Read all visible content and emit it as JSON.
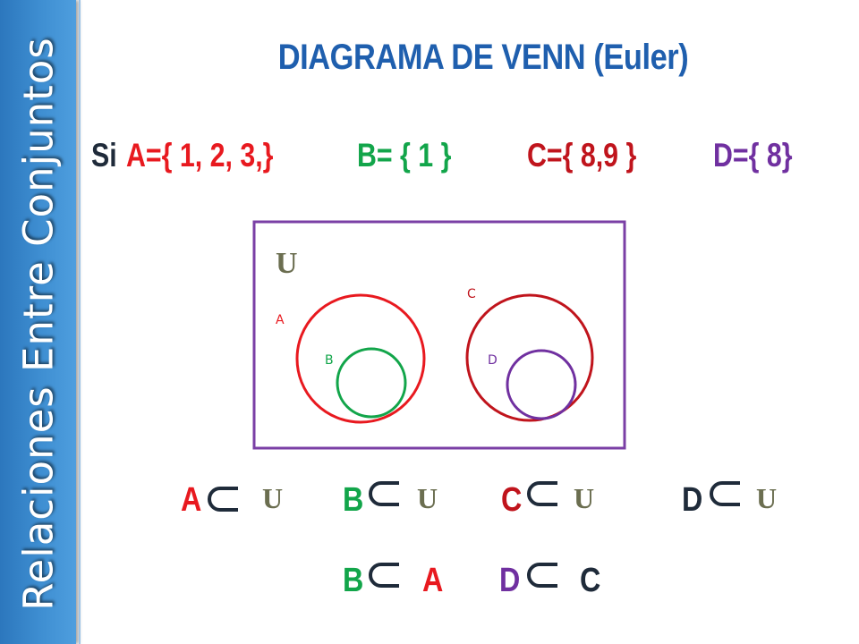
{
  "sidebar": {
    "title": "Relaciones Entre Conjuntos"
  },
  "title": "DIAGRAMA DE VENN (Euler)",
  "definitions": {
    "prefix": "Si",
    "a": "A={ 1, 2, 3,}",
    "b": "B= { 1 }",
    "c": "C={ 8,9 }",
    "d": "D={ 8}"
  },
  "diagram": {
    "universe_label": "U",
    "labels": {
      "a": "A",
      "b": "B",
      "c": "C",
      "d": "D"
    }
  },
  "relations": {
    "row1": [
      {
        "left": "A",
        "right": "U"
      },
      {
        "left": "B",
        "right": "U"
      },
      {
        "left": "C",
        "right": "U"
      },
      {
        "left": "D",
        "right": "U"
      }
    ],
    "row2": [
      {
        "left": "B",
        "right": "A"
      },
      {
        "left": "D",
        "right": "C"
      }
    ]
  },
  "colors": {
    "sidebar": "#3a8ad0",
    "title": "#1f5fae",
    "set_a": "#e8191f",
    "set_b": "#12a54a",
    "set_c": "#c0141c",
    "set_d": "#7030a0",
    "universe_frame": "#7a3fa5",
    "universe_label": "#6b6e50",
    "dark": "#1f2b3a"
  }
}
